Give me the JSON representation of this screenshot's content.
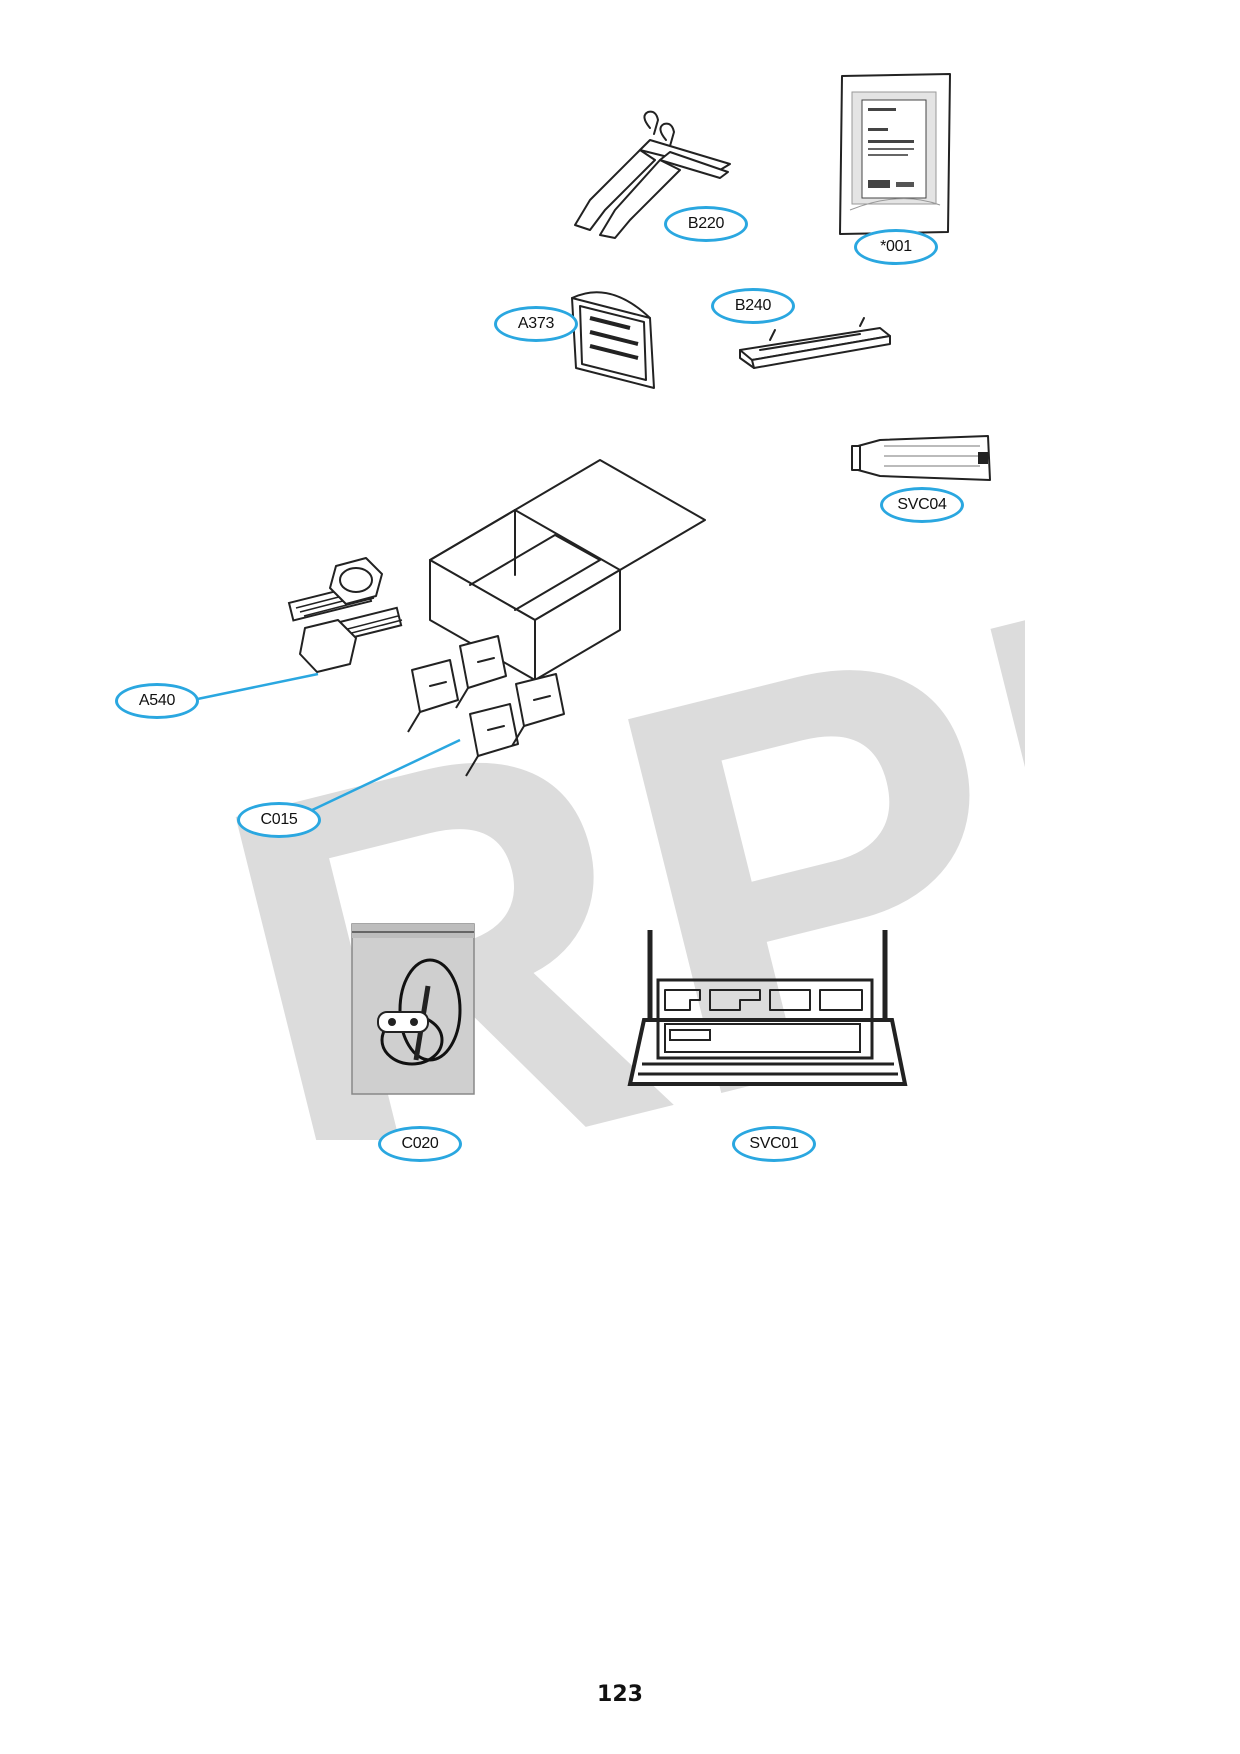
{
  "watermark": "RPI",
  "accent_color": "#2aa7e0",
  "callouts": {
    "b220": "B220",
    "manual": "*001",
    "a373": "A373",
    "b240": "B240",
    "svc04": "SVC04",
    "a540": "A540",
    "c015": "C015",
    "c020": "C020",
    "svc01": "SVC01"
  },
  "page_number": "123"
}
